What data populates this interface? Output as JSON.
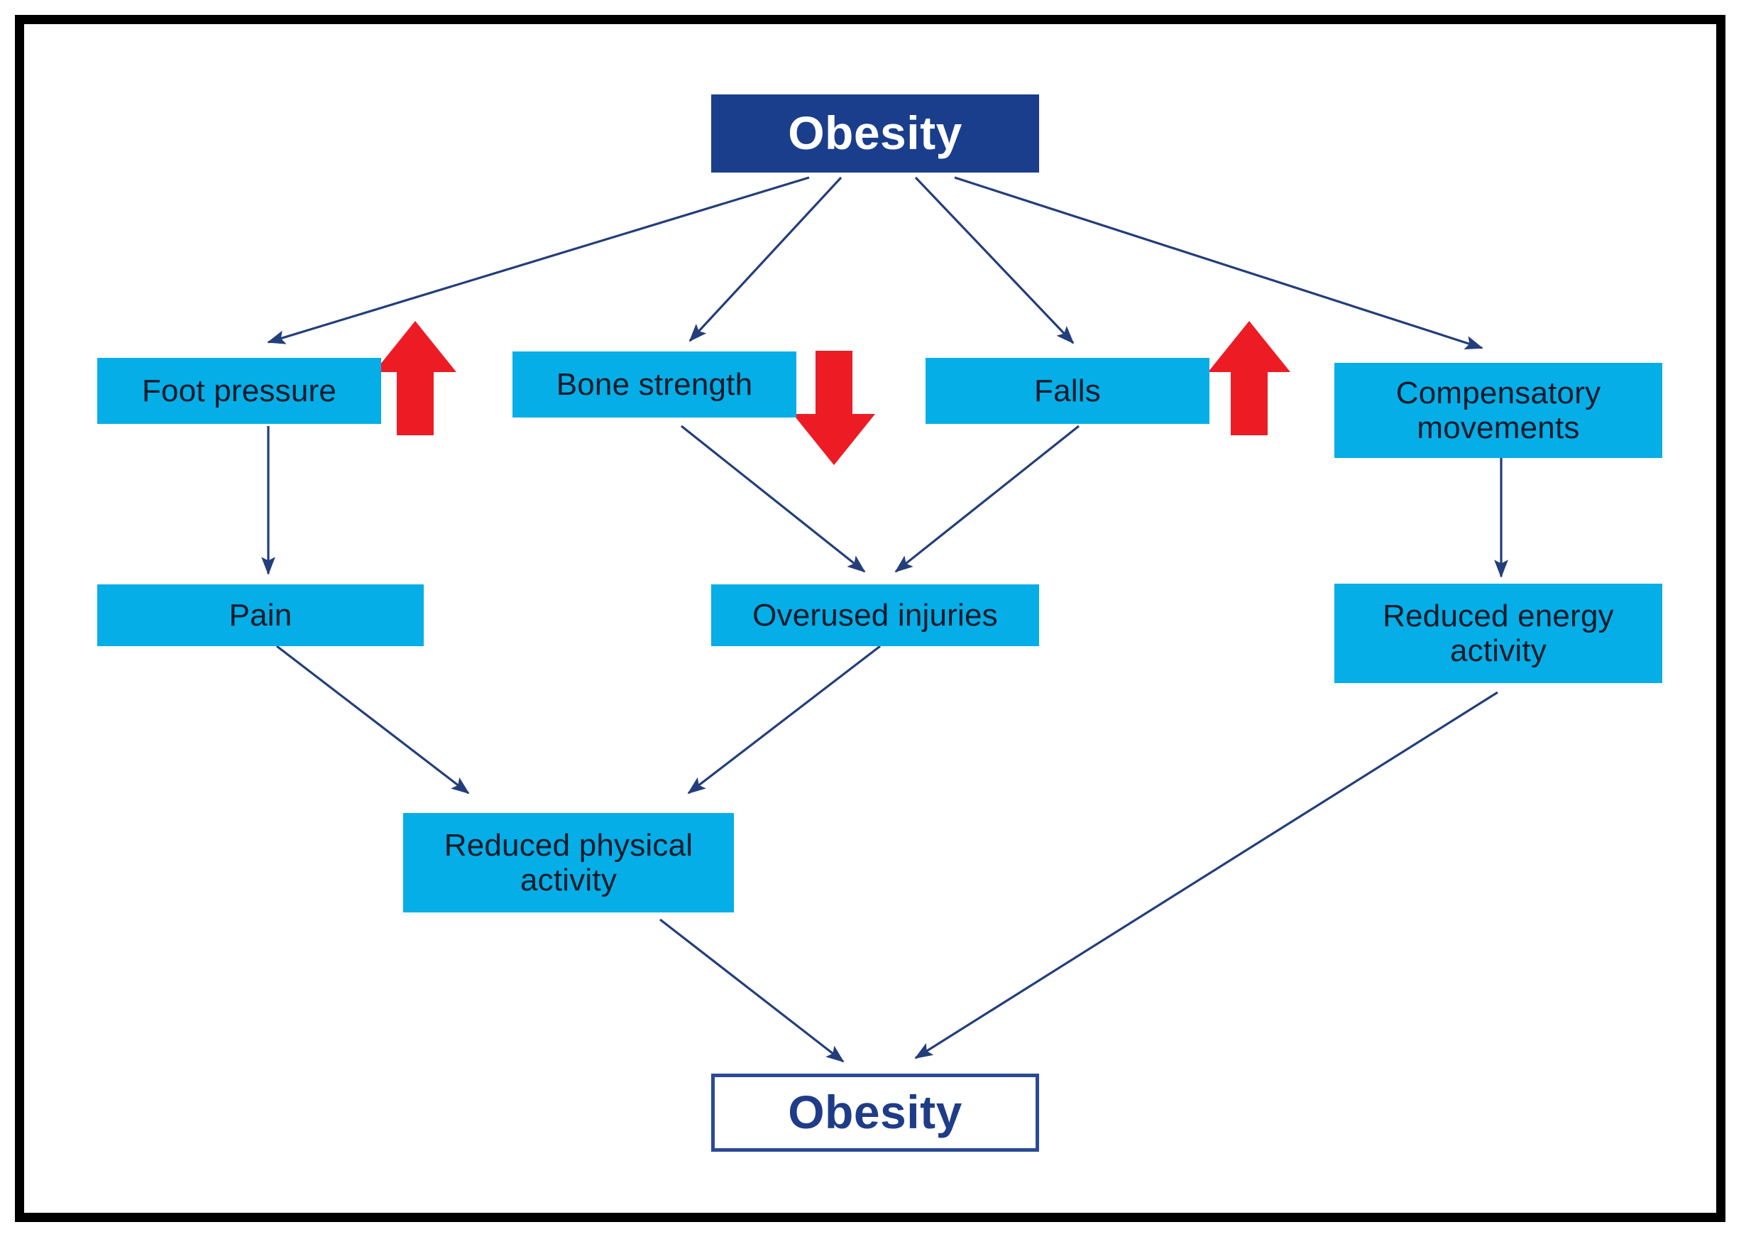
{
  "diagram": {
    "title": "Obesity musculoskeletal vicious cycle flowchart",
    "type": "flowchart",
    "colors": {
      "node_fill": "#05AEE6",
      "top_node_fill": "#1A3E8C",
      "bottom_node_border": "#2A4A93",
      "bottom_node_text": "#1F3C88",
      "edge_color": "#233E7B",
      "indicator_red": "#ED1C24",
      "frame_border": "#000000",
      "background": "#FFFFFF"
    },
    "nodes": {
      "top_obesity": {
        "label": "Obesity",
        "style": "navy-filled"
      },
      "foot_pressure": {
        "label": "Foot pressure",
        "style": "cyan",
        "indicator": "up-arrow-red"
      },
      "bone_strength": {
        "label": "Bone strength",
        "style": "cyan",
        "indicator": "down-arrow-red"
      },
      "falls": {
        "label": "Falls",
        "style": "cyan",
        "indicator": "up-arrow-red"
      },
      "compensatory_movements": {
        "label": "Compensatory movements",
        "line1": "Compensatory",
        "line2": "movements",
        "style": "cyan"
      },
      "pain": {
        "label": "Pain",
        "style": "cyan"
      },
      "overused_injuries": {
        "label": "Overused injuries",
        "style": "cyan"
      },
      "reduced_energy_activity": {
        "label": "Reduced energy activity",
        "line1": "Reduced energy",
        "line2": "activity",
        "style": "cyan"
      },
      "reduced_physical_activity": {
        "label": "Reduced physical activity",
        "line1": "Reduced physical",
        "line2": "activity",
        "style": "cyan"
      },
      "bottom_obesity": {
        "label": "Obesity",
        "style": "outlined"
      }
    },
    "edges": [
      {
        "from": "top_obesity",
        "to": "foot_pressure"
      },
      {
        "from": "top_obesity",
        "to": "bone_strength"
      },
      {
        "from": "top_obesity",
        "to": "falls"
      },
      {
        "from": "top_obesity",
        "to": "compensatory_movements"
      },
      {
        "from": "foot_pressure",
        "to": "pain"
      },
      {
        "from": "bone_strength",
        "to": "overused_injuries"
      },
      {
        "from": "falls",
        "to": "overused_injuries"
      },
      {
        "from": "compensatory_movements",
        "to": "reduced_energy_activity"
      },
      {
        "from": "pain",
        "to": "reduced_physical_activity"
      },
      {
        "from": "overused_injuries",
        "to": "reduced_physical_activity"
      },
      {
        "from": "reduced_physical_activity",
        "to": "bottom_obesity"
      },
      {
        "from": "reduced_energy_activity",
        "to": "bottom_obesity"
      }
    ]
  }
}
